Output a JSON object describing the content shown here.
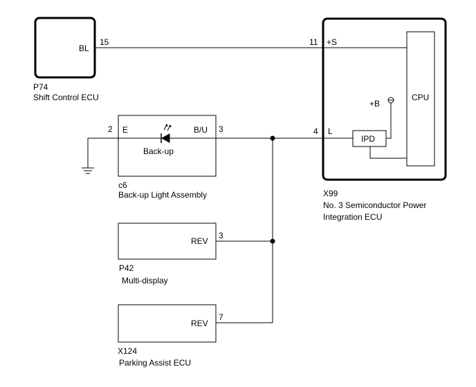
{
  "components": {
    "p74": {
      "code": "P74",
      "name": "Shift Control ECU",
      "terminal_label": "BL",
      "pin": "15"
    },
    "x99": {
      "code": "X99",
      "name_line1": "No. 3 Semiconductor Power",
      "name_line2": "Integration ECU",
      "plus_s_pin": "11",
      "plus_s_label": "+S",
      "l_pin": "4",
      "l_label": "L",
      "plus_b_label": "+B",
      "cpu_label": "CPU",
      "ipd_label": "IPD"
    },
    "c6": {
      "code": "c6",
      "name": "Back-up Light Assembly",
      "e_pin": "2",
      "e_label": "E",
      "bu_pin": "3",
      "bu_label": "B/U",
      "lamp_label": "Back-up"
    },
    "p42": {
      "code": "P42",
      "name": "Multi-display",
      "terminal_label": "REV",
      "pin": "3"
    },
    "x124": {
      "code": "X124",
      "name": "Parking Assist ECU",
      "terminal_label": "REV",
      "pin": "7"
    }
  }
}
